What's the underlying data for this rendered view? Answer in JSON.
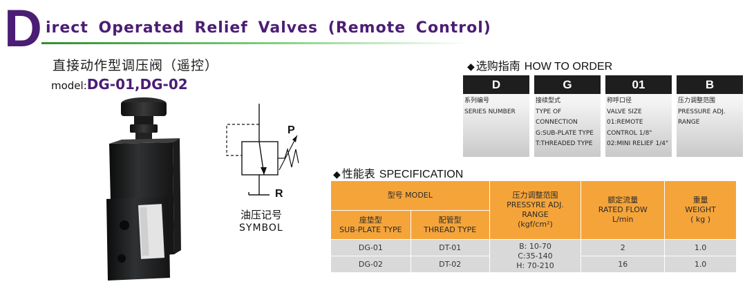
{
  "title": {
    "initial": "D",
    "rest": "irect Operated Relief Valves (Remote Control)",
    "subtitle_cn": "直接动作型调压阀（遥控）",
    "model_label": "model:",
    "model_value": "DG-01,DG-02"
  },
  "symbol": {
    "port_p": "P",
    "port_r": "R",
    "label_cn": "油压记号",
    "label_en": "SYMBOL"
  },
  "how_to_order": {
    "heading_cn": "选购指南",
    "heading_en": "HOW TO ORDER",
    "boxes": [
      {
        "code": "D",
        "desc": "系列编号\nSERIES NUMBER"
      },
      {
        "code": "G",
        "desc": "接续型式\nTYPE OF\nCONNECTION\nG:SUB-PLATE TYPE\nT:THREADED TYPE"
      },
      {
        "code": "01",
        "desc": "称呼口径\nVALVE SIZE\n01:REMOTE\nCONTROL 1/8\"\n02:MINI RELIEF 1/4\""
      },
      {
        "code": "B",
        "desc": "压力调整范围\nPRESSURE ADJ.\nRANGE"
      }
    ]
  },
  "specification": {
    "heading_cn": "性能表",
    "heading_en": "SPECIFICATION",
    "headers": {
      "model": "型号  MODEL",
      "subplate": "座垫型\nSUB-PLATE TYPE",
      "thread": "配管型\nTHREAD TYPE",
      "pressure": "压力调整范围\nPRESSYRE ADJ.\nRANGE\n(kgf/cm²)",
      "flow": "额定流量\nRATED FLOW\nL/min",
      "weight": "重量\nWEIGHT\n( kg )"
    },
    "pressure_range": "B: 10-70\nC:35-140\nH: 70-210",
    "rows": [
      {
        "subplate": "DG-01",
        "thread": "DT-01",
        "flow": "2",
        "weight": "1.0"
      },
      {
        "subplate": "DG-02",
        "thread": "DT-02",
        "flow": "16",
        "weight": "1.0"
      }
    ]
  },
  "colors": {
    "title_purple": "#4b1d74",
    "table_orange": "#f5a43a",
    "table_grey": "#d9d9d9",
    "order_code_bg": "#1e1e1e"
  },
  "icons": {
    "section_marker": "black-diamond-icon"
  }
}
